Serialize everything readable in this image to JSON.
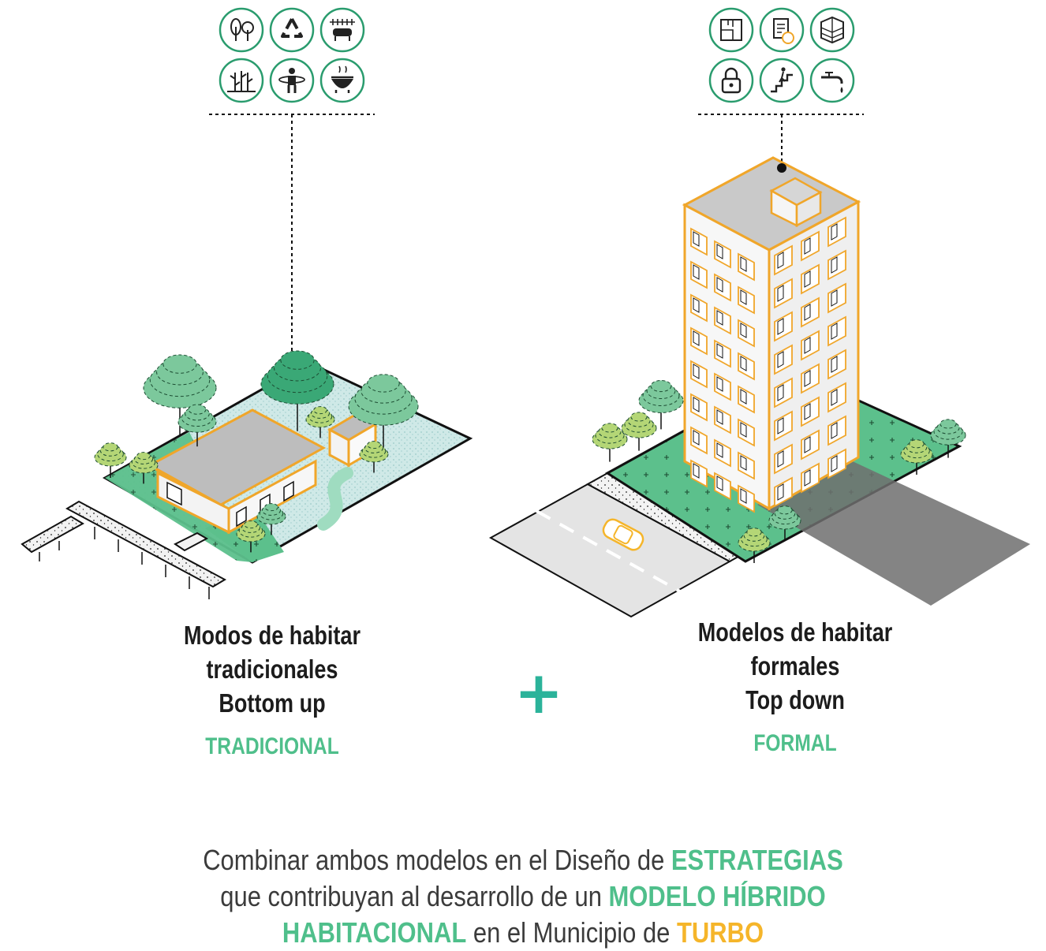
{
  "left": {
    "caption_lines": [
      "Modos de habitar",
      "tradicionales",
      "Bottom up"
    ],
    "tag": "TRADICIONAL",
    "icons": [
      "trees-icon",
      "recycle-icon",
      "livestock-pen-icon",
      "crops-icon",
      "fisherman-icon",
      "cooking-pot-icon"
    ]
  },
  "right": {
    "caption_lines": [
      "Modelos de habitar",
      "formales",
      "Top down"
    ],
    "tag": "FORMAL",
    "icons": [
      "floor-plan-icon",
      "housing-document-icon",
      "brick-wall-icon",
      "padlock-icon",
      "stairs-icon",
      "water-tap-icon"
    ]
  },
  "plus_symbol": "+",
  "summary": {
    "line1": [
      "Combinar ambos modelos en el Diseño de ",
      "ESTRATEGIAS"
    ],
    "line2": [
      "que contribuyan al desarrollo de un ",
      "MODELO HÍBRIDO"
    ],
    "line3": [
      "HABITACIONAL",
      " en el Municipio de ",
      "TURBO"
    ]
  },
  "colors": {
    "accent_green": "#4fbf8b",
    "accent_teal": "#2bb39a",
    "accent_orange": "#f5b52a",
    "lawn": "#5cc08c",
    "tree_dark": "#3aa876",
    "tree_light": "#b4d676",
    "tree_mid": "#7cc89c",
    "building_outline": "#f0a62a",
    "text_dark": "#1c1c1c"
  }
}
